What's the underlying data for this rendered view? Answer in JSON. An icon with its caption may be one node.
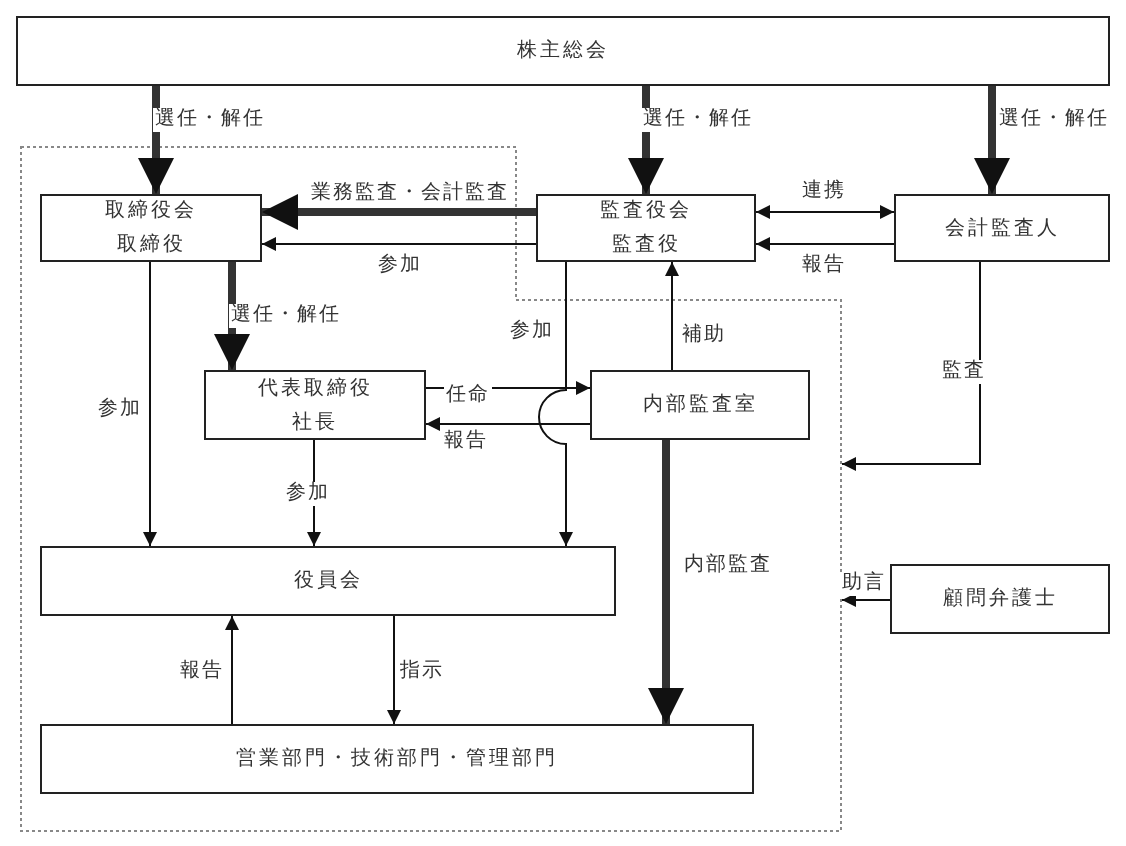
{
  "diagram": {
    "nodes": [
      {
        "text": [
          "株主総会"
        ]
      },
      {
        "text": [],
        "shape": "box"
      },
      {
        "text": [
          "取締役会",
          "取締役"
        ],
        "in": 1
      },
      {
        "text": [
          "監査役会",
          "監査役"
        ]
      },
      {
        "text": [
          "会計監査人"
        ]
      },
      {
        "text": [
          "代表取締役",
          "社長"
        ],
        "in": 1
      },
      {
        "text": [
          "内部監査室"
        ],
        "in": 1
      },
      {
        "text": [
          "役員会"
        ],
        "in": 1
      },
      {
        "text": [
          "営業部門・技術部門・管理部門"
        ],
        "in": 1
      },
      {
        "text": [
          "顧問弁護士"
        ]
      }
    ],
    "edges": [
      {
        "from": 0,
        "to": 2,
        "arrow": "to",
        "label": "選任・解任",
        "style": "thick"
      },
      {
        "from": 0,
        "to": 3,
        "arrow": "to",
        "label": "選任・解任",
        "style": "thick"
      },
      {
        "from": 0,
        "to": 4,
        "arrow": "to",
        "label": "選任・解任",
        "style": "thick"
      },
      {
        "from": 3,
        "to": 2,
        "arrow": "to",
        "label": "業務監査・会計監査",
        "style": "thick"
      },
      {
        "from": 3,
        "to": 2,
        "arrow": "to",
        "label": "参加"
      },
      {
        "from": 3,
        "to": 4,
        "arrow": "both",
        "label": "連携"
      },
      {
        "from": 4,
        "to": 3,
        "arrow": "to",
        "label": "報告"
      },
      {
        "from": 2,
        "to": 5,
        "arrow": "to",
        "label": "選任・解任",
        "style": "thick"
      },
      {
        "from": 2,
        "to": 7,
        "arrow": "to",
        "label": "参加"
      },
      {
        "from": 3,
        "to": 7,
        "arrow": "to",
        "label": "参加"
      },
      {
        "from": 5,
        "to": 6,
        "arrow": "to",
        "label": "任命"
      },
      {
        "from": 6,
        "to": 5,
        "arrow": "to",
        "label": "報告"
      },
      {
        "from": 6,
        "to": 3,
        "arrow": "to",
        "label": "補助"
      },
      {
        "from": 5,
        "to": 7,
        "arrow": "to",
        "label": "参加"
      },
      {
        "from": 4,
        "to": 1,
        "arrow": "to",
        "label": "監査"
      },
      {
        "from": 6,
        "to": 8,
        "arrow": "to",
        "label": "内部監査",
        "style": "thick"
      },
      {
        "from": 9,
        "to": 1,
        "arrow": "to",
        "label": "助言"
      },
      {
        "from": 7,
        "to": 8,
        "arrow": "to",
        "label": "指示"
      },
      {
        "from": 8,
        "to": 7,
        "arrow": "to",
        "label": "報告"
      }
    ]
  }
}
